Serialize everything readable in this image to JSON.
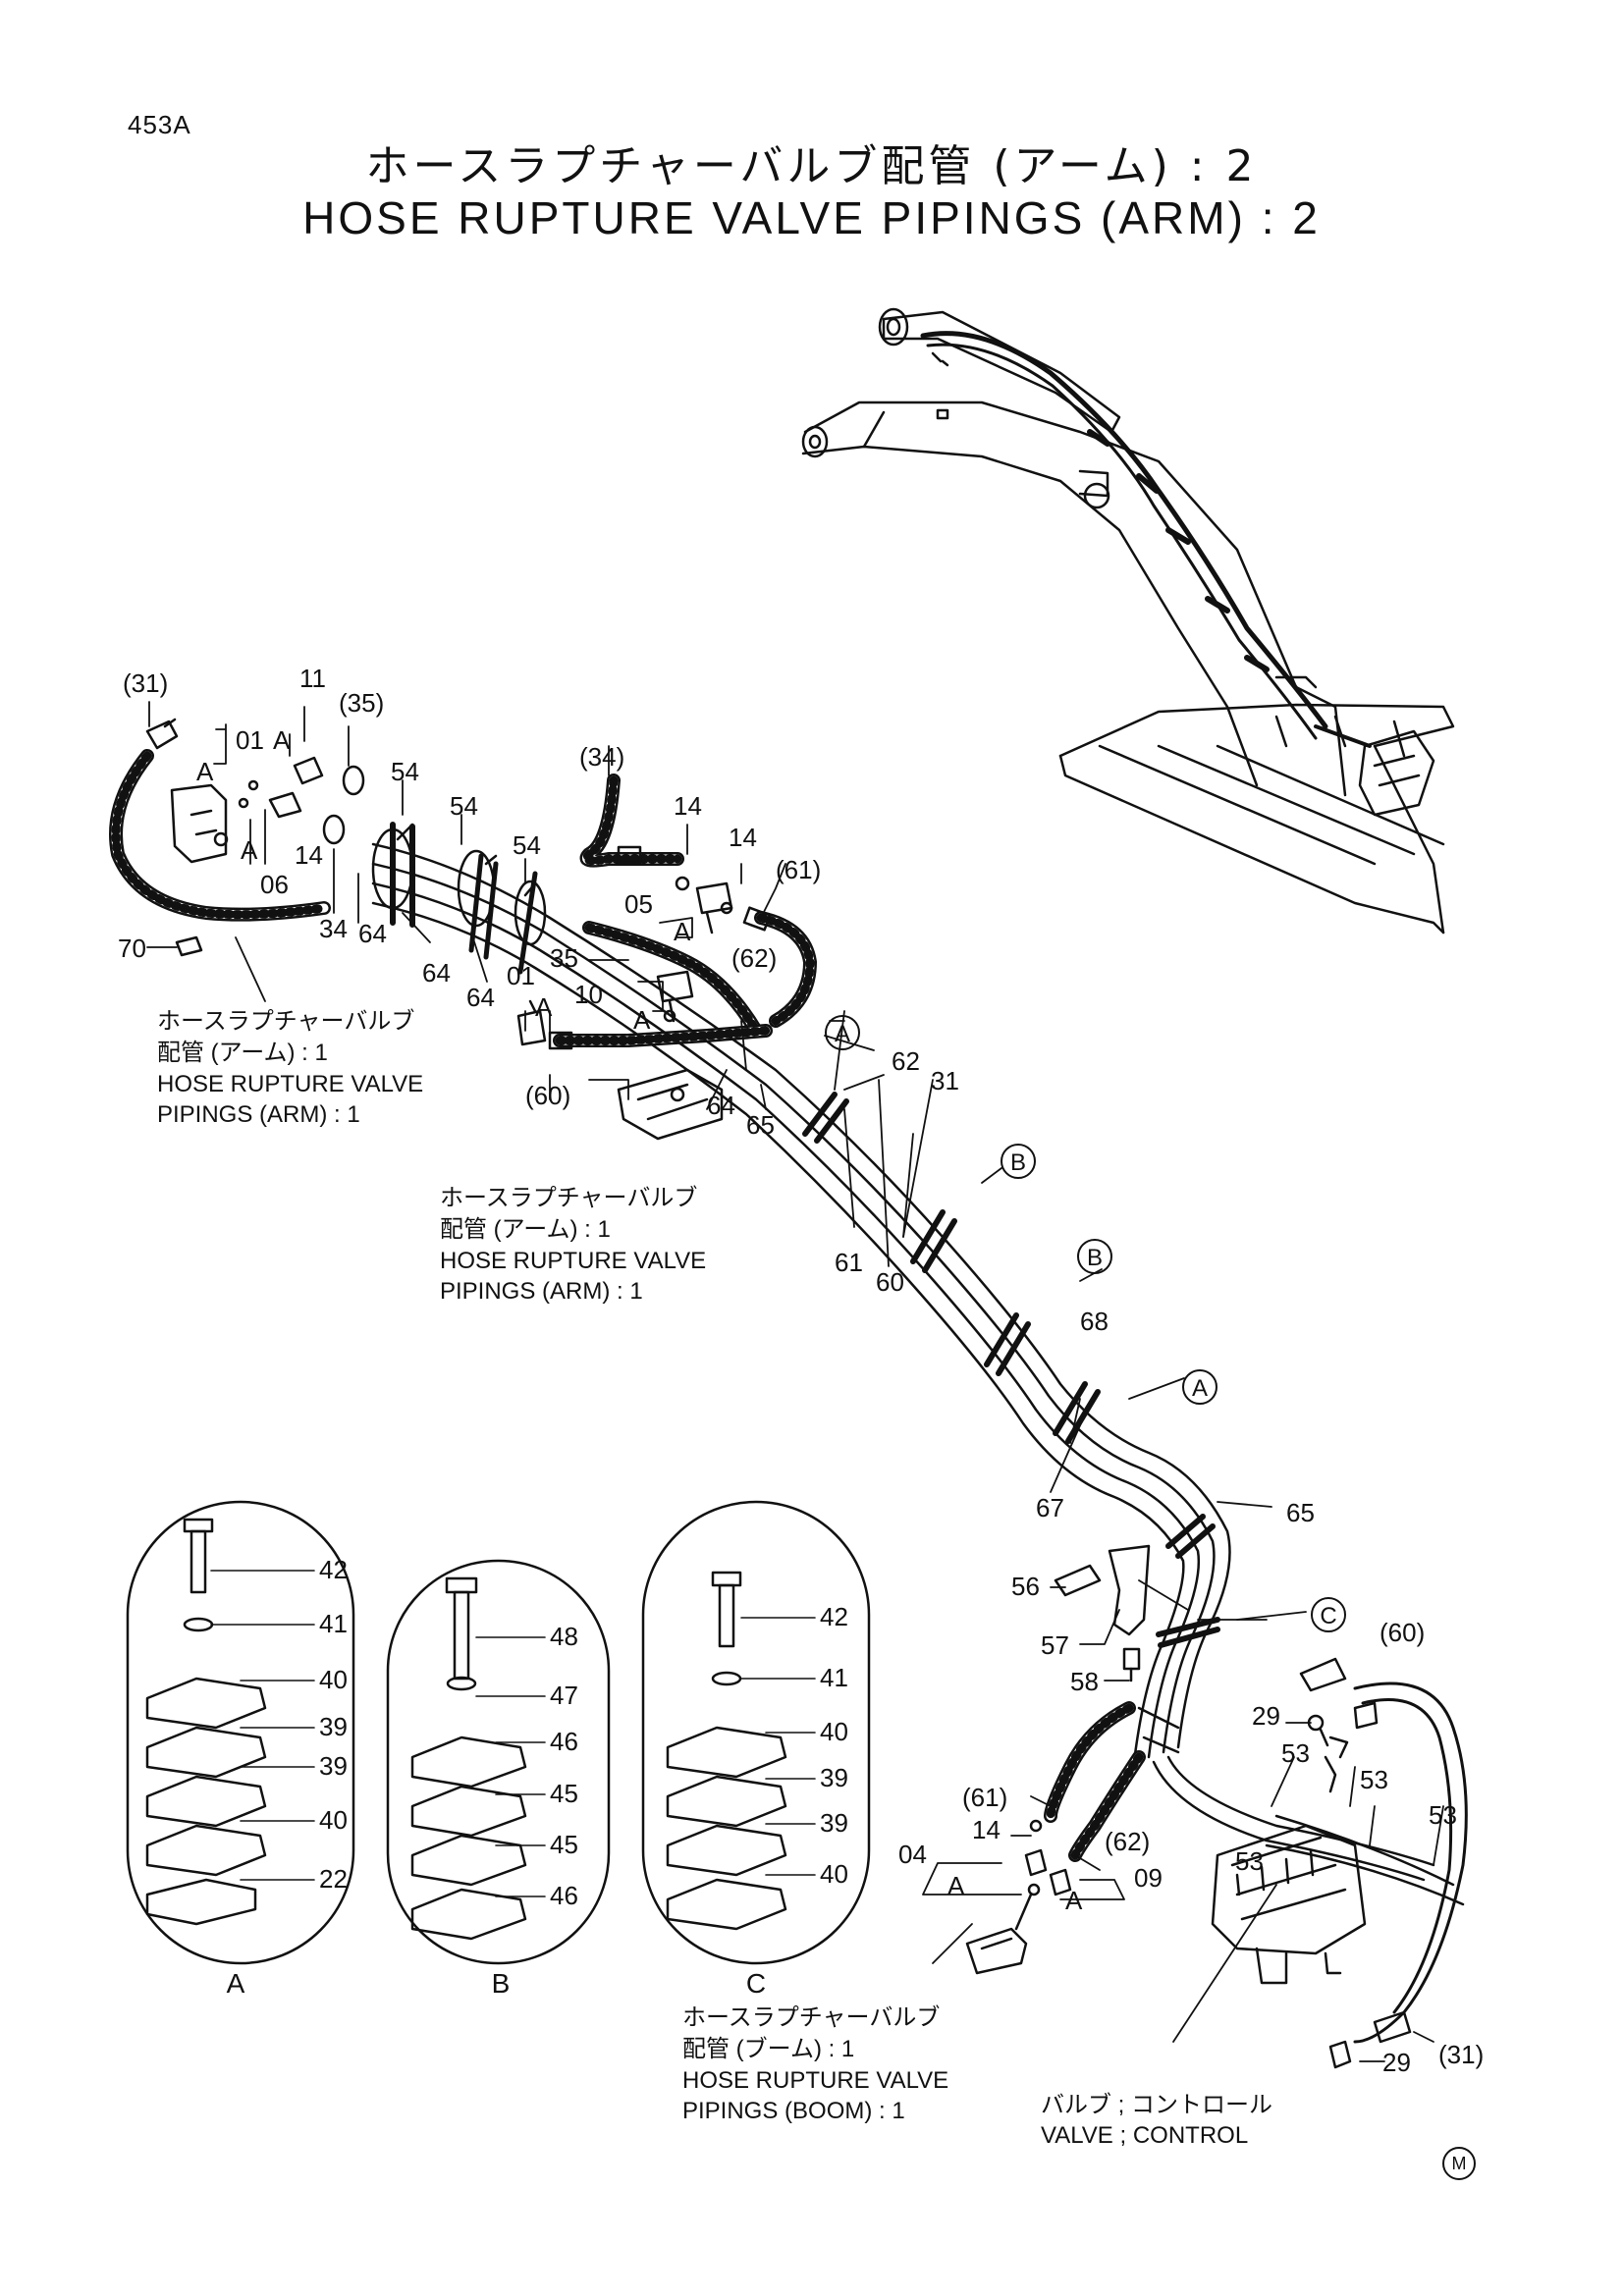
{
  "header": {
    "page_code": "453A",
    "title_ja": "ホースラプチャーバルブ配管 (アーム) : 2",
    "title_en": "HOSE RUPTURE VALVE PIPINGS (ARM) : 2"
  },
  "detail_labels": {
    "a": "A",
    "b": "B",
    "c": "C"
  },
  "clamp_callouts": {
    "a": [
      "42",
      "41",
      "40",
      "39",
      "39",
      "40",
      "22"
    ],
    "b": [
      "48",
      "47",
      "46",
      "45",
      "45",
      "46"
    ],
    "c": [
      "42",
      "41",
      "40",
      "39",
      "39",
      "40"
    ]
  },
  "part_numbers": {
    "p31": "(31)",
    "p35": "(35)",
    "p34": "(34)",
    "p61": "(61)",
    "p62": "(62)",
    "p60": "(60)",
    "n11": "11",
    "n01": "01",
    "n06": "06",
    "n14": "14",
    "n34": "34",
    "n64": "64",
    "n54": "54",
    "n70": "70",
    "n05": "05",
    "n10": "10",
    "n35": "35",
    "n65": "65",
    "n62": "62",
    "n31": "31",
    "n61": "61",
    "n60": "60",
    "n68": "68",
    "n67": "67",
    "n56": "56",
    "n57": "57",
    "n58": "58",
    "n29": "29",
    "n53": "53",
    "n04": "04",
    "n09": "09",
    "a": "A"
  },
  "section_markers": {
    "a": "A",
    "b": "B",
    "c": "C"
  },
  "references": {
    "arm1_ja1": "ホースラプチャーバルブ",
    "arm1_ja2": "配管 (アーム) : 1",
    "arm1_en1": "HOSE RUPTURE VALVE",
    "arm1_en2": "PIPINGS (ARM) : 1",
    "arm2_ja1": "ホースラプチャーバルブ",
    "arm2_ja2": "配管 (アーム) : 1",
    "arm2_en1": "HOSE RUPTURE VALVE",
    "arm2_en2": "PIPINGS (ARM) : 1",
    "boom_ja1": "ホースラプチャーバルブ",
    "boom_ja2": "配管 (ブーム) : 1",
    "boom_en1": "HOSE RUPTURE VALVE",
    "boom_en2": "PIPINGS (BOOM) : 1",
    "valve_ja": "バルブ ; コントロール",
    "valve_en": "VALVE ; CONTROL"
  },
  "footer_mark": "M"
}
